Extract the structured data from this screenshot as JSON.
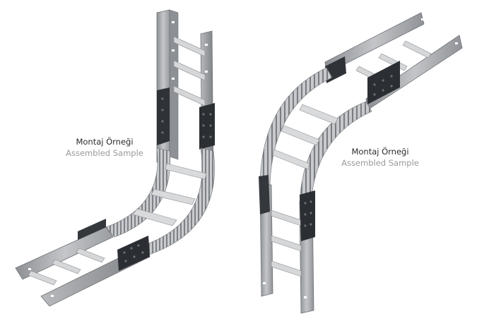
{
  "captions": [
    {
      "tr": "Montaj Örneği",
      "en": "Assembled Sample"
    },
    {
      "tr": "Montaj Örneği",
      "en": "Assembled Sample"
    }
  ],
  "colors": {
    "rail_light": "#c9cacc",
    "rail_mid": "#a9abae",
    "rail_dark": "#7c7f83",
    "plate": "#2e3136",
    "rung": "#d7d8da"
  },
  "images": [
    {
      "name": "cable-ladder-vertical-inside-bend",
      "description": "Cable ladder vertical inside bend"
    },
    {
      "name": "cable-ladder-vertical-outside-bend",
      "description": "Cable ladder vertical outside bend"
    }
  ]
}
